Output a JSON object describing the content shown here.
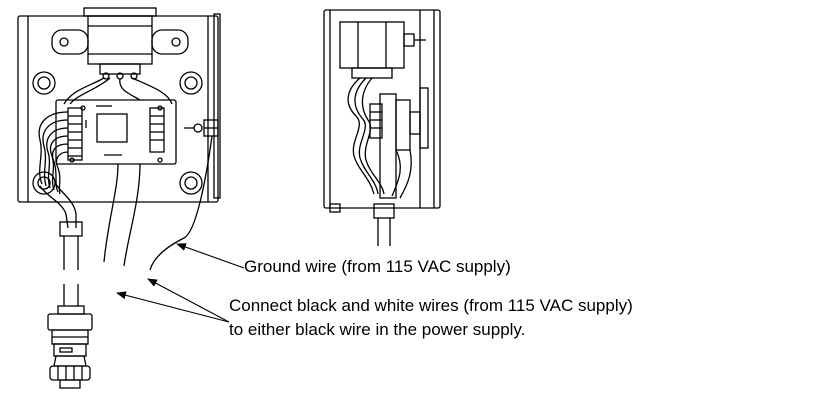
{
  "callouts": {
    "ground_wire": "Ground wire (from 115 VAC supply)",
    "connect_line_1": "Connect black and white wires (from 115  VAC supply)",
    "connect_line_2": "to either black wire in the power supply."
  },
  "colors": {
    "ink": "#000000",
    "background": "#ffffff"
  }
}
